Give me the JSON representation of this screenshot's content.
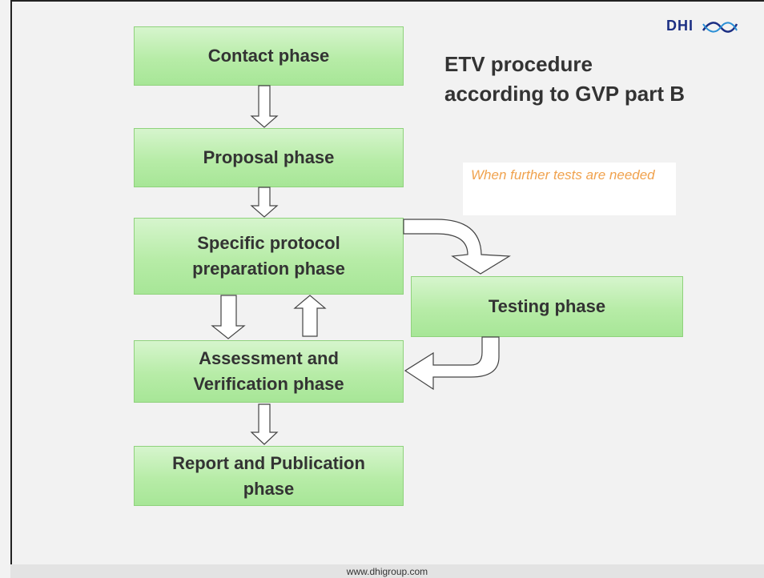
{
  "title": {
    "line1": "ETV procedure",
    "line2": "according to GVP part B"
  },
  "logo": {
    "text": "DHI",
    "icon": "dhi-wave-logo"
  },
  "phases": {
    "contact": {
      "label": "Contact phase"
    },
    "proposal": {
      "label": "Proposal phase"
    },
    "protocol": {
      "line1": "Specific protocol",
      "line2": "preparation phase"
    },
    "testing": {
      "label": "Testing phase"
    },
    "assessment": {
      "line1": "Assessment  and",
      "line2": "Verification phase"
    },
    "report": {
      "line1": "Report and Publication",
      "line2": "phase"
    }
  },
  "note": {
    "text": "When further tests are needed",
    "color": "#f0a24e"
  },
  "footer": {
    "url": "www.dhigroup.com"
  },
  "colors": {
    "box_fill": "#b7eca7",
    "box_border": "#8fd27c",
    "text": "#333333",
    "logo": "#1c2f83"
  }
}
